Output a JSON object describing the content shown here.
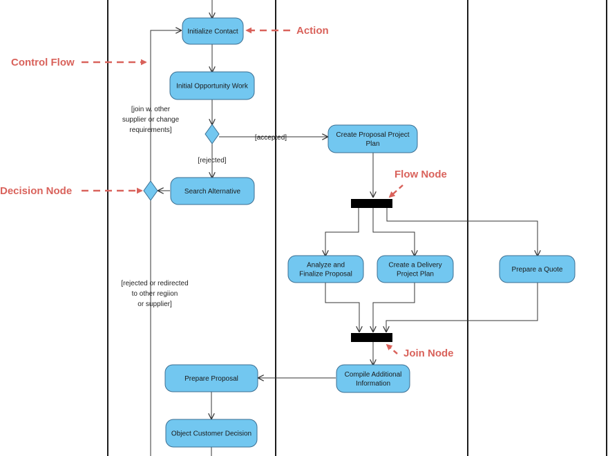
{
  "colors": {
    "node_fill": "#72C7F0",
    "node_stroke": "#3B6E91",
    "annotation": "#D9625B",
    "line": "#333333",
    "bar": "#000000"
  },
  "actions": [
    {
      "id": "initialize-contact",
      "lines": [
        "Initialize Contact"
      ]
    },
    {
      "id": "initial-opportunity-work",
      "lines": [
        "Initial Opportunity Work"
      ]
    },
    {
      "id": "create-proposal-project-plan",
      "lines": [
        "Create Proposal Project",
        "Plan"
      ]
    },
    {
      "id": "search-alternative",
      "lines": [
        "Search Alternative"
      ]
    },
    {
      "id": "analyze-and-finalize-proposal",
      "lines": [
        "Analyze and",
        "Finalize Proposal"
      ]
    },
    {
      "id": "create-a-delivery-project-plan",
      "lines": [
        "Create a Delivery",
        "Project Plan"
      ]
    },
    {
      "id": "prepare-a-quote",
      "lines": [
        "Prepare a Quote"
      ]
    },
    {
      "id": "compile-additional-information",
      "lines": [
        "Compile Additional",
        "Information"
      ]
    },
    {
      "id": "prepare-proposal",
      "lines": [
        "Prepare Proposal"
      ]
    },
    {
      "id": "object-customer-decision",
      "lines": [
        "Object Customer Decision"
      ]
    }
  ],
  "guards": {
    "join_other": [
      "[join w. other",
      "supplier or change",
      "requirements]"
    ],
    "accepted": "[accepted]",
    "rejected": "[rejected]",
    "rejected_redirected": [
      "[rejected or redirected",
      "to other regiion",
      "or supplier]"
    ]
  },
  "annotations": {
    "action": "Action",
    "control_flow": "Control Flow",
    "flow_node": "Flow Node",
    "decision_node": "Decision Node",
    "join_node": "Join Node"
  }
}
